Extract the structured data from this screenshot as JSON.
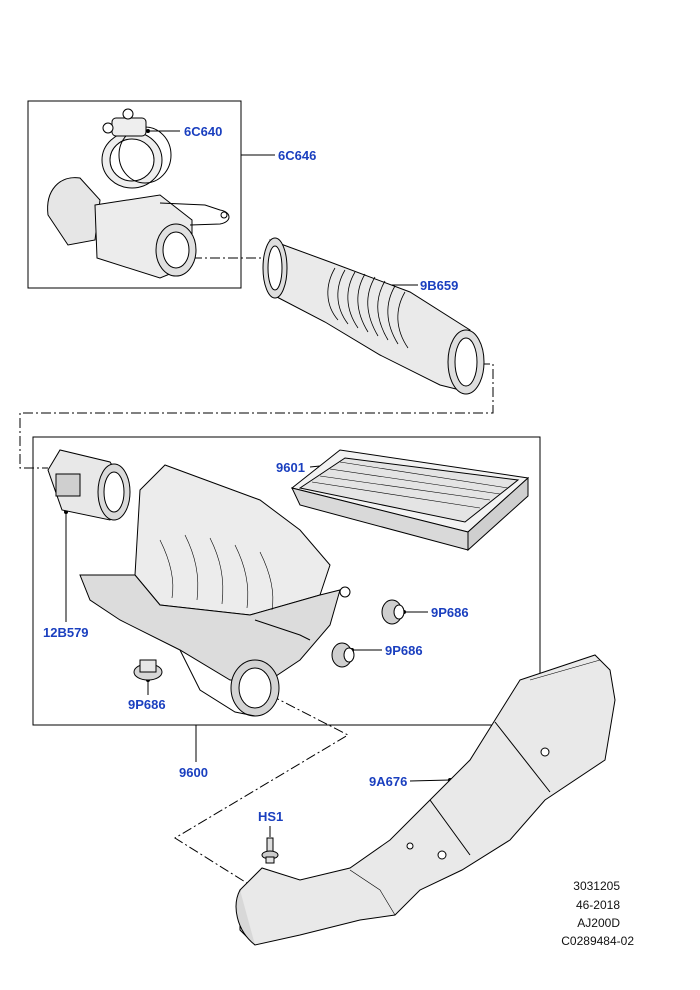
{
  "labels": {
    "p6C640": "6C640",
    "p6C646": "6C646",
    "p9B659": "9B659",
    "p9601": "9601",
    "p12B579": "12B579",
    "p9P686_upper": "9P686",
    "p9P686_middle": "9P686",
    "p9P686_lower": "9P686",
    "p9600": "9600",
    "p9A676": "9A676",
    "pHS1": "HS1"
  },
  "meta": {
    "line1": "3031205",
    "line2": "46-2018",
    "line3": "AJ200D",
    "line4": "C0289484-02"
  },
  "colors": {
    "label": "#1a3fbf",
    "line": "#000000",
    "part_fill": "#e6e6e6"
  }
}
